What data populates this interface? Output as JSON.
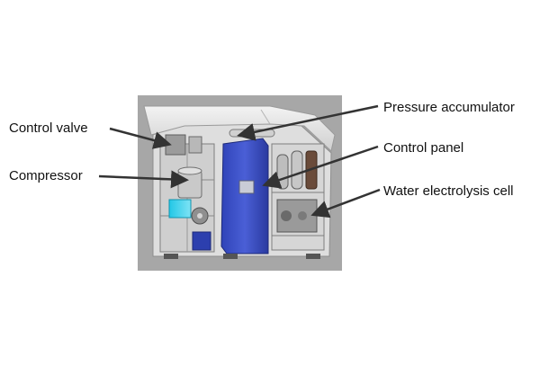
{
  "labels": {
    "control_valve": "Control valve",
    "compressor": "Compressor",
    "pressure_accumulator": "Pressure accumulator",
    "control_panel": "Control panel",
    "water_electrolysis_cell": "Water electrolysis cell"
  },
  "colors": {
    "backdrop": "#a7a7a7",
    "housing": "#e9e9e9",
    "frame": "#8e8e8e",
    "panel_blue": "#3d52c6",
    "arrow": "#333333"
  }
}
